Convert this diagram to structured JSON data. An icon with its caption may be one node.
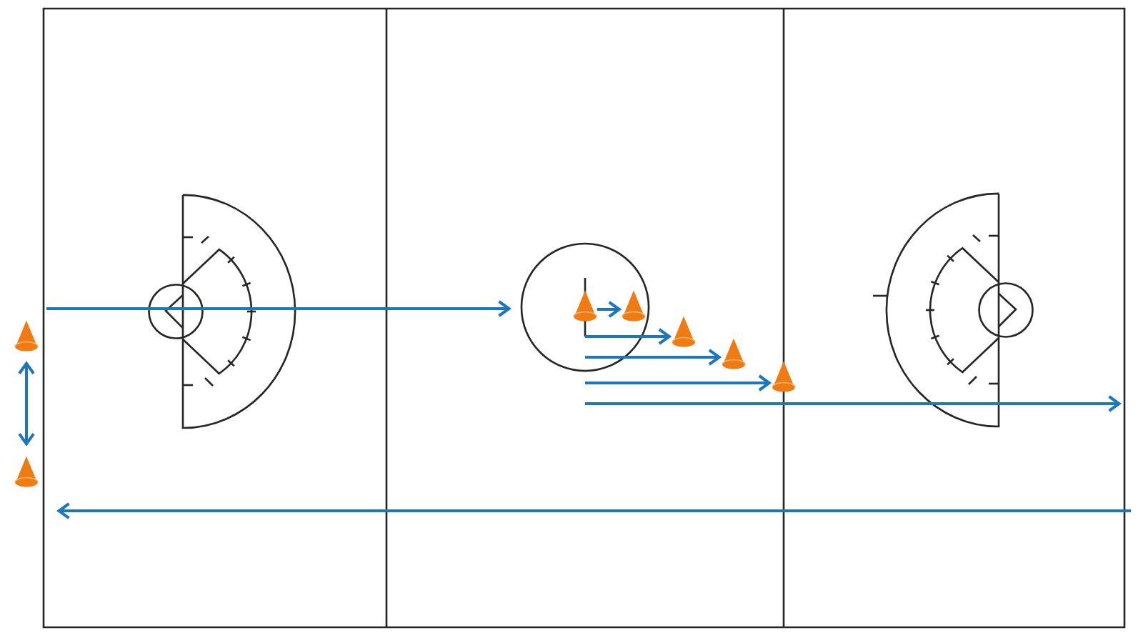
{
  "diagram": {
    "nodes": [
      {
        "text": [],
        "shape": "cone"
      },
      {
        "text": [],
        "shape": "cone"
      },
      {
        "text": [],
        "shape": "cone"
      },
      {
        "text": [],
        "shape": "cone"
      },
      {
        "text": [],
        "shape": "cone"
      },
      {
        "text": [],
        "shape": "cone"
      },
      {
        "text": [],
        "shape": "cone"
      }
    ],
    "edges": [
      {
        "from": 0,
        "to": 1,
        "arrow": "both"
      },
      {
        "from": 2,
        "to": 3,
        "arrow": "to"
      },
      {
        "from": null,
        "to": 4,
        "arrow": "to"
      },
      {
        "from": null,
        "to": 5,
        "arrow": "to"
      },
      {
        "from": null,
        "to": 6,
        "arrow": "to"
      }
    ]
  }
}
